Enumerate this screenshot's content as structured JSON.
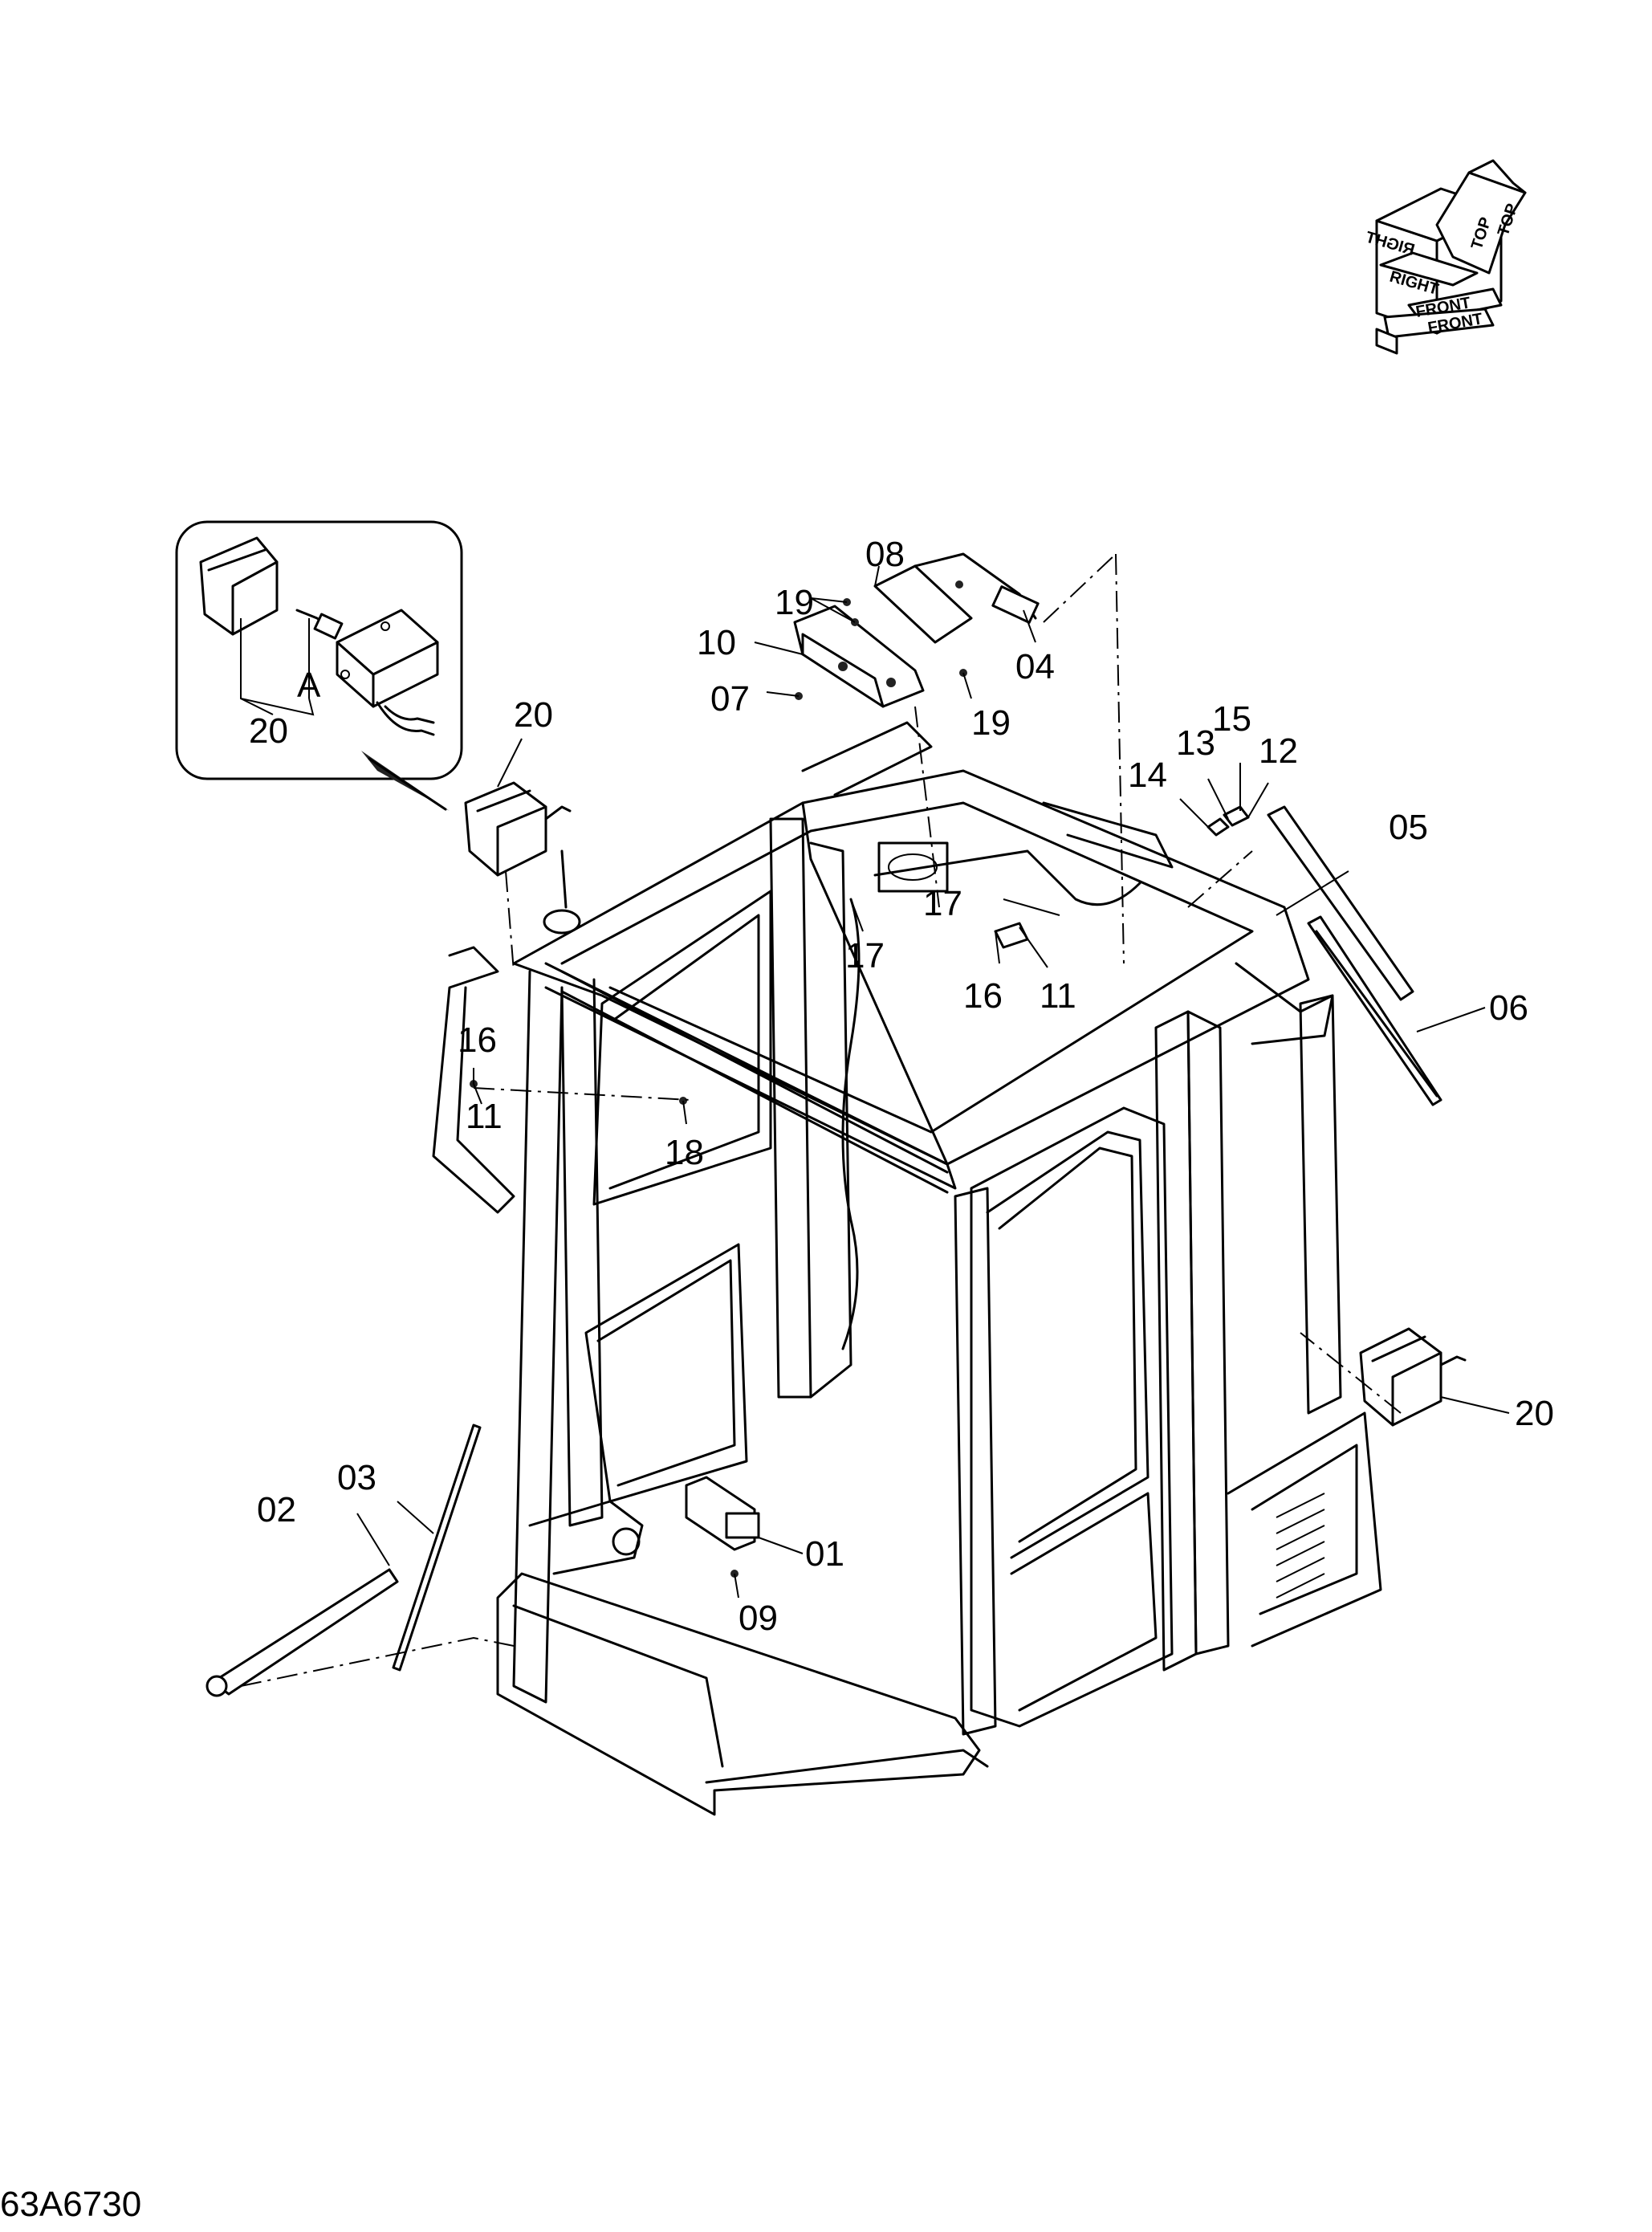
{
  "orientation_cube": {
    "labels": {
      "top": "TOP",
      "right": "RIGHT",
      "front": "FRONT"
    }
  },
  "detail_inset": {
    "labels": [
      "A",
      "20"
    ]
  },
  "part_callouts": [
    "01",
    "02",
    "03",
    "04",
    "05",
    "06",
    "07",
    "08",
    "09",
    "10",
    "11",
    "12",
    "13",
    "14",
    "15",
    "16",
    "17",
    "18",
    "19",
    "20"
  ],
  "drawing_number": "63A6730"
}
